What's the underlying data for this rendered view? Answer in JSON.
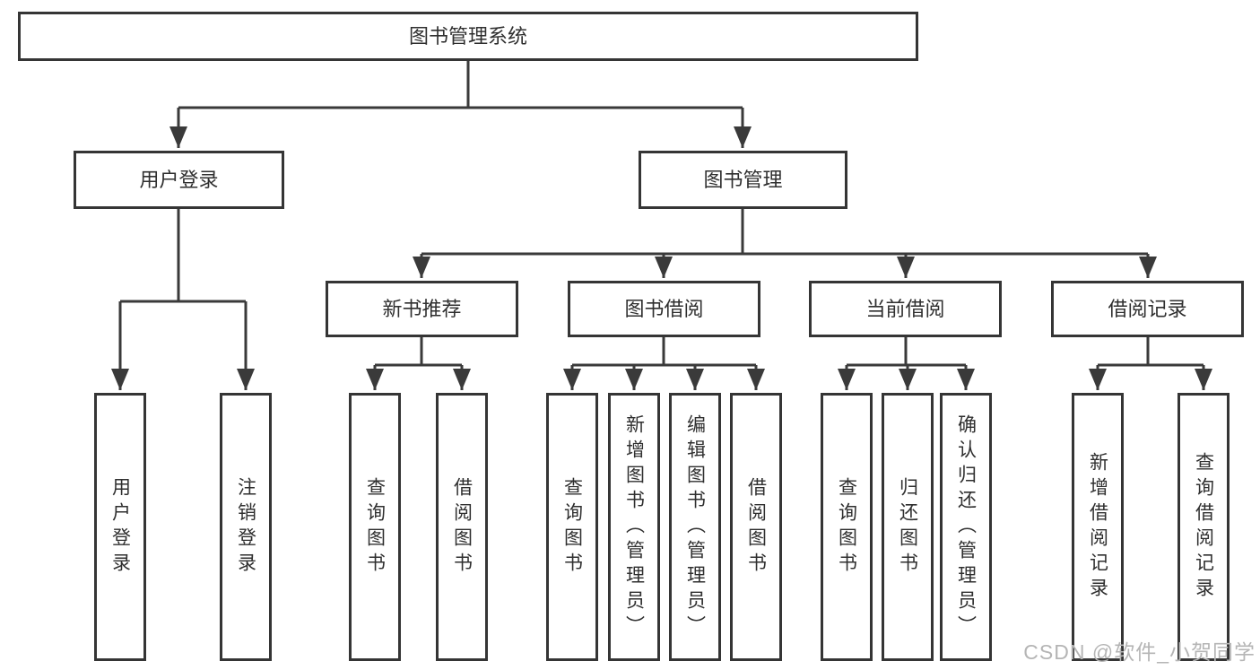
{
  "tree": {
    "root": {
      "label": "图书管理系统"
    },
    "level2": [
      {
        "label": "用户登录"
      },
      {
        "label": "图书管理"
      }
    ],
    "level3": [
      {
        "label": "新书推荐",
        "parent": "图书管理"
      },
      {
        "label": "图书借阅",
        "parent": "图书管理"
      },
      {
        "label": "当前借阅",
        "parent": "图书管理"
      },
      {
        "label": "借阅记录",
        "parent": "图书管理"
      }
    ],
    "leaves": [
      {
        "label": "用户登录",
        "parent": "用户登录"
      },
      {
        "label": "注销登录",
        "parent": "用户登录"
      },
      {
        "label": "查询图书",
        "parent": "新书推荐"
      },
      {
        "label": "借阅图书",
        "parent": "新书推荐"
      },
      {
        "label": "查询图书",
        "parent": "图书借阅"
      },
      {
        "label": "新增图书（管理员）",
        "parent": "图书借阅"
      },
      {
        "label": "编辑图书（管理员）",
        "parent": "图书借阅"
      },
      {
        "label": "借阅图书",
        "parent": "图书借阅"
      },
      {
        "label": "查询图书",
        "parent": "当前借阅"
      },
      {
        "label": "归还图书",
        "parent": "当前借阅"
      },
      {
        "label": "确认归还（管理员）",
        "parent": "当前借阅"
      },
      {
        "label": "新增借阅记录",
        "parent": "借阅记录"
      },
      {
        "label": "查询借阅记录",
        "parent": "借阅记录"
      }
    ]
  },
  "watermark": "CSDN @软件_小贺同学",
  "colors": {
    "line": "#3a3a3a",
    "box_border": "#353535",
    "text": "#2f2f2f",
    "watermark": "#b5b5b5",
    "background": "#ffffff"
  }
}
